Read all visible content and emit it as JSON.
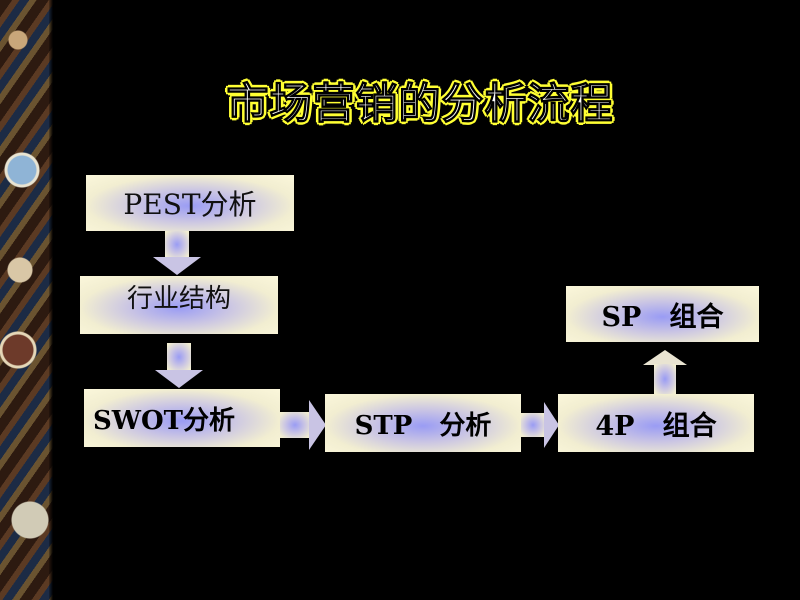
{
  "title": "市场营销的分析流程",
  "boxes": {
    "pest": "PEST分析",
    "industry": "行业结构",
    "swot": "SWOT分析",
    "stp": "STP   分析",
    "four_p": "4P   组合",
    "sp": "SP   组合"
  },
  "colors": {
    "background": "#000000",
    "title_fill": "#ffffff",
    "title_outline": "#ffff33",
    "box_center": "#9a9cf4",
    "box_edge": "#fbf7db"
  }
}
